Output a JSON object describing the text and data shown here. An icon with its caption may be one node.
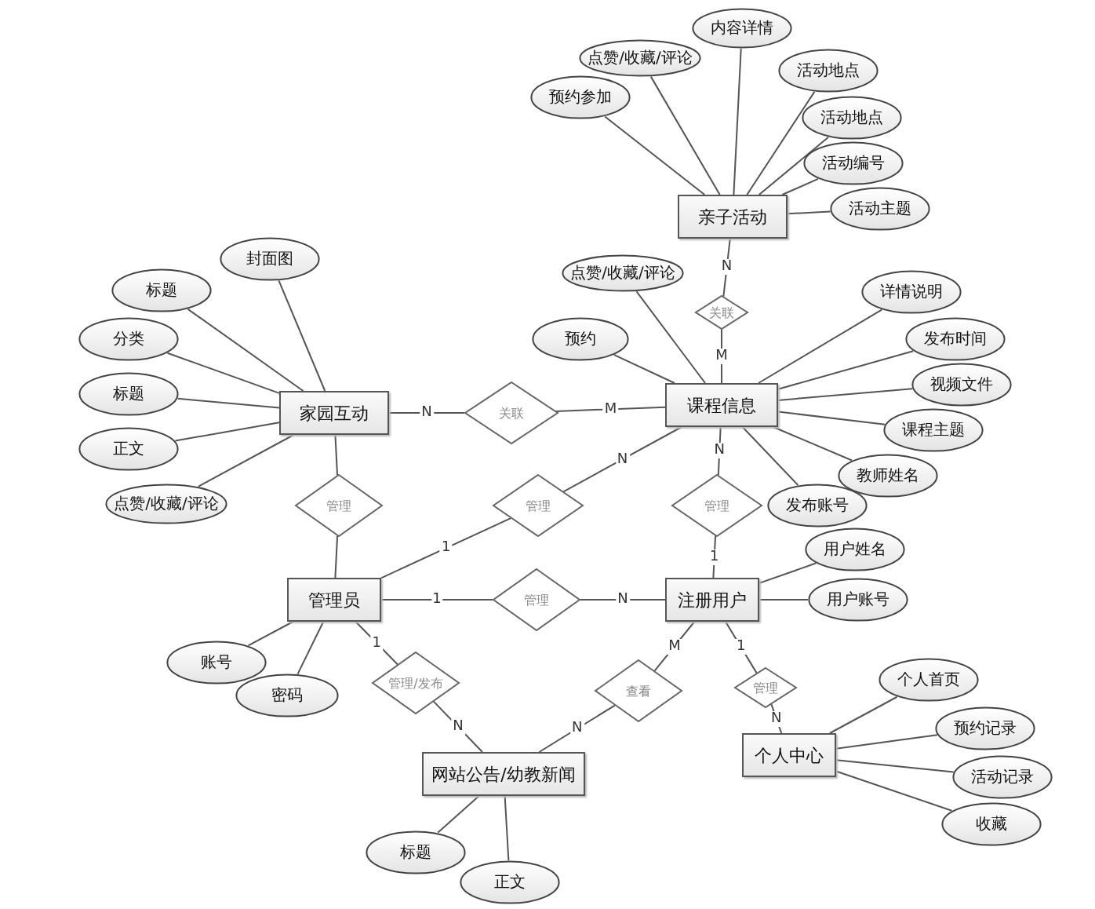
{
  "diagram": {
    "nodes": [
      {
        "text": [
          "亲子活动"
        ]
      },
      {
        "text": [
          "预约参加"
        ]
      },
      {
        "text": [
          "点赞/收藏/评论"
        ]
      },
      {
        "text": [
          "内容详情"
        ]
      },
      {
        "text": [
          "活动地点"
        ]
      },
      {
        "text": [
          "活动地点"
        ]
      },
      {
        "text": [
          "活动编号"
        ]
      },
      {
        "text": [
          "活动主题"
        ]
      },
      {
        "text": [
          "关联"
        ]
      },
      {
        "text": [
          "点赞/收藏/评论"
        ]
      },
      {
        "text": [
          "预约"
        ]
      },
      {
        "text": [
          "课程信息"
        ]
      },
      {
        "text": [
          "详情说明"
        ]
      },
      {
        "text": [
          "发布时间"
        ]
      },
      {
        "text": [
          "视频文件"
        ]
      },
      {
        "text": [
          "课程主题"
        ]
      },
      {
        "text": [
          "教师姓名"
        ]
      },
      {
        "text": [
          "发布账号"
        ]
      },
      {
        "text": [
          "封面图"
        ]
      },
      {
        "text": [
          "标题"
        ]
      },
      {
        "text": [
          "分类"
        ]
      },
      {
        "text": [
          "标题"
        ]
      },
      {
        "text": [
          "正文"
        ]
      },
      {
        "text": [
          "点赞/收藏/评论"
        ]
      },
      {
        "text": [
          "家园互动"
        ]
      },
      {
        "text": [
          "关联"
        ]
      },
      {
        "text": [
          "管理"
        ]
      },
      {
        "text": [
          "管理"
        ]
      },
      {
        "text": [
          "管理"
        ]
      },
      {
        "text": [
          "用户姓名"
        ]
      },
      {
        "text": [
          "管理员"
        ]
      },
      {
        "text": [
          "管理"
        ]
      },
      {
        "text": [
          "注册用户"
        ]
      },
      {
        "text": [
          "用户账号"
        ]
      },
      {
        "text": [
          "账号"
        ]
      },
      {
        "text": [
          "密码"
        ]
      },
      {
        "text": [
          "管理/发布"
        ]
      },
      {
        "text": [
          "查看"
        ]
      },
      {
        "text": [
          "管理"
        ]
      },
      {
        "text": [
          "个人首页"
        ]
      },
      {
        "text": [
          "预约记录"
        ]
      },
      {
        "text": [
          "个人中心"
        ]
      },
      {
        "text": [
          "活动记录"
        ]
      },
      {
        "text": [
          "收藏"
        ]
      },
      {
        "text": [
          "网站公告/幼教新闻"
        ]
      },
      {
        "text": [
          "标题"
        ]
      },
      {
        "text": [
          "正文"
        ]
      }
    ],
    "edges": [
      {
        "from": 0,
        "to": 1,
        "arrow": "none"
      },
      {
        "from": 0,
        "to": 2,
        "arrow": "none"
      },
      {
        "from": 0,
        "to": 3,
        "arrow": "none"
      },
      {
        "from": 0,
        "to": 4,
        "arrow": "none"
      },
      {
        "from": 0,
        "to": 5,
        "arrow": "none"
      },
      {
        "from": 0,
        "to": 6,
        "arrow": "none"
      },
      {
        "from": 0,
        "to": 7,
        "arrow": "none"
      },
      {
        "from": 11,
        "to": 9,
        "arrow": "none"
      },
      {
        "from": 11,
        "to": 10,
        "arrow": "none"
      },
      {
        "from": 11,
        "to": 12,
        "arrow": "none"
      },
      {
        "from": 11,
        "to": 13,
        "arrow": "none"
      },
      {
        "from": 11,
        "to": 14,
        "arrow": "none"
      },
      {
        "from": 11,
        "to": 15,
        "arrow": "none"
      },
      {
        "from": 11,
        "to": 16,
        "arrow": "none"
      },
      {
        "from": 11,
        "to": 17,
        "arrow": "none"
      },
      {
        "from": 24,
        "to": 18,
        "arrow": "none"
      },
      {
        "from": 24,
        "to": 19,
        "arrow": "none"
      },
      {
        "from": 24,
        "to": 20,
        "arrow": "none"
      },
      {
        "from": 24,
        "to": 21,
        "arrow": "none"
      },
      {
        "from": 24,
        "to": 22,
        "arrow": "none"
      },
      {
        "from": 24,
        "to": 23,
        "arrow": "none"
      },
      {
        "from": 32,
        "to": 29,
        "arrow": "none"
      },
      {
        "from": 32,
        "to": 33,
        "arrow": "none"
      },
      {
        "from": 30,
        "to": 34,
        "arrow": "none"
      },
      {
        "from": 30,
        "to": 35,
        "arrow": "none"
      },
      {
        "from": 41,
        "to": 39,
        "arrow": "none"
      },
      {
        "from": 41,
        "to": 40,
        "arrow": "none"
      },
      {
        "from": 41,
        "to": 42,
        "arrow": "none"
      },
      {
        "from": 41,
        "to": 43,
        "arrow": "none"
      },
      {
        "from": 44,
        "to": 45,
        "arrow": "none"
      },
      {
        "from": 44,
        "to": 46,
        "arrow": "none"
      },
      {
        "from": 0,
        "to": 8,
        "arrow": "none",
        "label": "N"
      },
      {
        "from": 8,
        "to": 11,
        "arrow": "none",
        "label": "M"
      },
      {
        "from": 24,
        "to": 25,
        "arrow": "none",
        "label": "N"
      },
      {
        "from": 25,
        "to": 11,
        "arrow": "none",
        "label": "M"
      },
      {
        "from": 24,
        "to": 26,
        "arrow": "none"
      },
      {
        "from": 26,
        "to": 30,
        "arrow": "none"
      },
      {
        "from": 30,
        "to": 27,
        "arrow": "none",
        "label": "1"
      },
      {
        "from": 27,
        "to": 11,
        "arrow": "none",
        "label": "N"
      },
      {
        "from": 11,
        "to": 28,
        "arrow": "none",
        "label": "N"
      },
      {
        "from": 28,
        "to": 32,
        "arrow": "none",
        "label": "1"
      },
      {
        "from": 30,
        "to": 31,
        "arrow": "none",
        "label": "1"
      },
      {
        "from": 31,
        "to": 32,
        "arrow": "none",
        "label": "N"
      },
      {
        "from": 30,
        "to": 36,
        "arrow": "none",
        "label": "1"
      },
      {
        "from": 36,
        "to": 44,
        "arrow": "none",
        "label": "N"
      },
      {
        "from": 32,
        "to": 37,
        "arrow": "none",
        "label": "M"
      },
      {
        "from": 37,
        "to": 44,
        "arrow": "none",
        "label": "N"
      },
      {
        "from": 32,
        "to": 38,
        "arrow": "none",
        "label": "1"
      },
      {
        "from": 38,
        "to": 41,
        "arrow": "none",
        "label": "N"
      }
    ]
  }
}
